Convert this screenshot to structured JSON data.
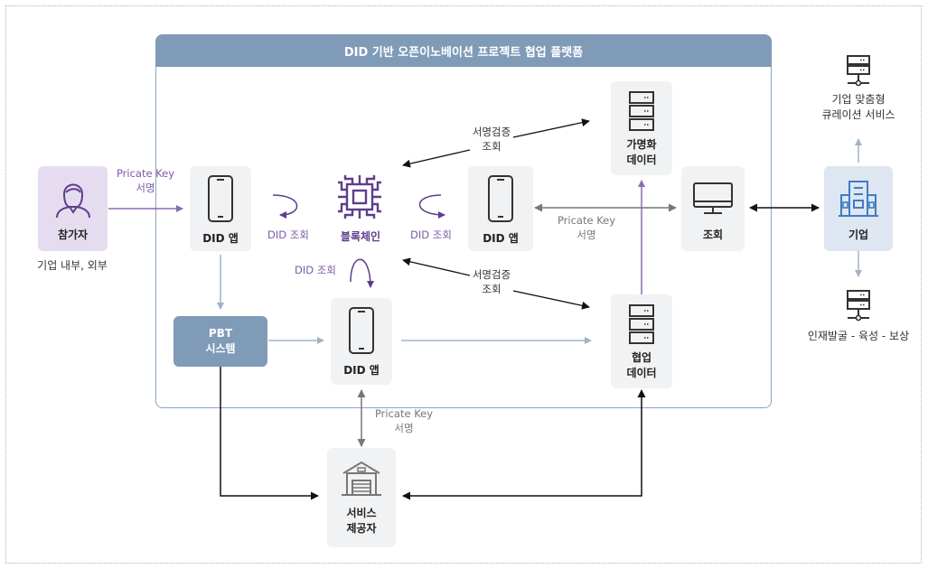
{
  "platform": {
    "title": "DID 기반 오픈이노베이션 프로젝트 협업 플랫폼"
  },
  "nodes": {
    "participant": {
      "label": "참가자",
      "caption": "기업 내부, 외부"
    },
    "did_app_left": {
      "label": "DID 앱"
    },
    "blockchain": {
      "label": "블록체인"
    },
    "did_app_right": {
      "label": "DID 앱"
    },
    "pseudonym_data": {
      "label_line1": "가명화",
      "label_line2": "데이터"
    },
    "lookup": {
      "label": "조회"
    },
    "company": {
      "label": "기업"
    },
    "curation_server": {
      "line1": "기업 맞춤형",
      "line2": "큐레이션 서비스"
    },
    "hr_server": {
      "label": "인재발굴 - 육성 - 보상"
    },
    "pbt_system": {
      "line1": "PBT",
      "line2": "시스템"
    },
    "did_app_center": {
      "label": "DID 앱"
    },
    "collab_data": {
      "label_line1": "협업",
      "label_line2": "데이터"
    },
    "service_provider": {
      "label_line1": "서비스",
      "label_line2": "제공자"
    }
  },
  "edges": {
    "participant_sign": {
      "line1": "Pricate Key",
      "line2": "서명"
    },
    "did_lookup_left": "DID 조회",
    "did_lookup_right": "DID 조회",
    "did_lookup_down": "DID 조회",
    "sig_verify_top": {
      "line1": "서명검증",
      "line2": "조회"
    },
    "sig_verify_bottom": {
      "line1": "서명검증",
      "line2": "조회"
    },
    "lookup_sign": {
      "line1": "Pricate Key",
      "line2": "서명"
    },
    "provider_sign": {
      "line1": "Pricate Key",
      "line2": "서명"
    }
  },
  "colors": {
    "purple": "#5e3d8c",
    "steel_blue": "#7f9bb8",
    "light_blue_arrow": "#9fb3c8",
    "dark_arrow": "#111111",
    "gray_arrow": "#777777",
    "company_icon": "#3f7cc4"
  },
  "icons": [
    "person-icon",
    "smartphone-icon",
    "blockchain-chip-icon",
    "server-icon",
    "monitor-icon",
    "building-icon",
    "warehouse-icon"
  ]
}
